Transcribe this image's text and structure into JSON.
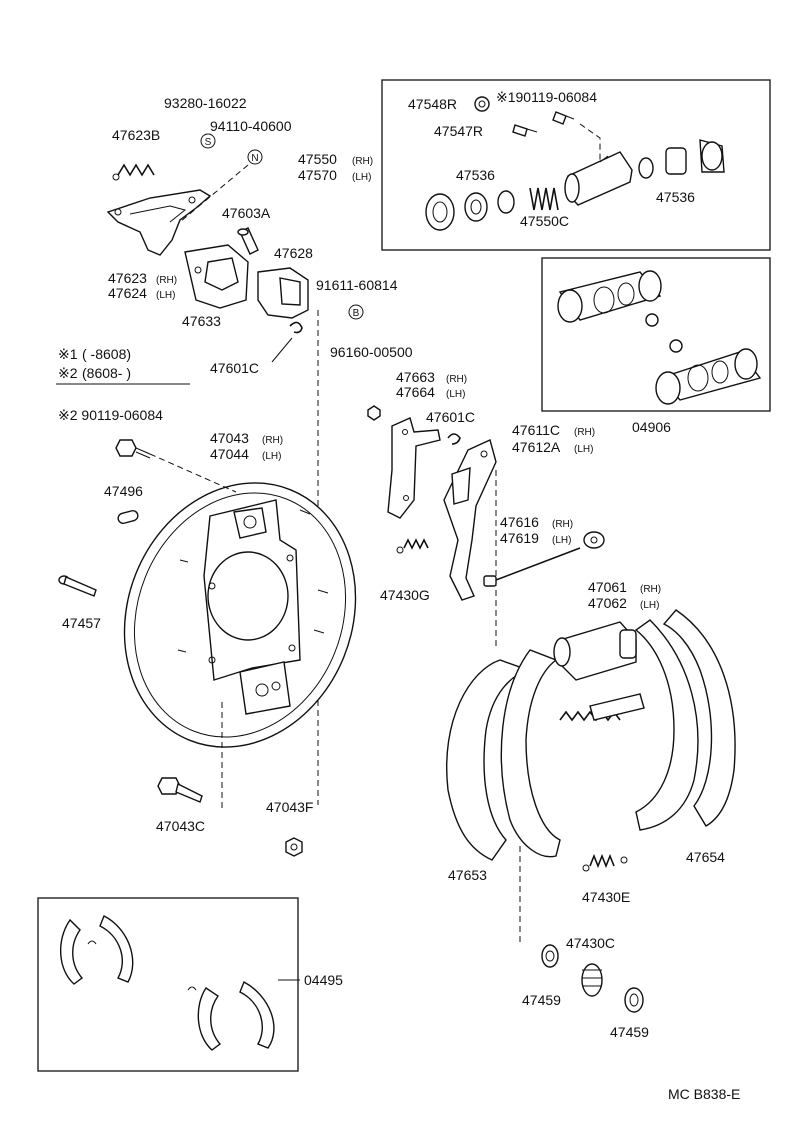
{
  "labels": {
    "p93280": "93280-16022",
    "p94110": "94110-40600",
    "s_mark": "S",
    "n_mark": "N",
    "b_mark": "B",
    "p47623B": "47623B",
    "p47603A": "47603A",
    "p47628": "47628",
    "p91611": "91611-60814",
    "p47623": "47623",
    "p47624": "47624",
    "p47633": "47633",
    "p47601C_a": "47601C",
    "p47548R": "47548R",
    "p190119": "※190119-06084",
    "p47547R": "47547R",
    "p47550": "47550",
    "p47570": "47570",
    "p47536_a": "47536",
    "p47536_b": "47536",
    "p47550C": "47550C",
    "note1_mark": "※1",
    "note1_text": "(      -8608)",
    "note2_mark": "※2",
    "note2_text": "(8608-      )",
    "p96160": "96160-00500",
    "p47663": "47663",
    "p47664": "47664",
    "p47601C_b": "47601C",
    "p47611C": "47611C",
    "p47612A": "47612A",
    "p04906": "04906",
    "p90119_2": "※2 90119-06084",
    "p47043": "47043",
    "p47044": "47044",
    "p47496": "47496",
    "p47457": "47457",
    "p47616": "47616",
    "p47619": "47619",
    "p47430G": "47430G",
    "p47061": "47061",
    "p47062": "47062",
    "p47043C": "47043C",
    "p47043F": "47043F",
    "p47653": "47653",
    "p47654": "47654",
    "p47430E": "47430E",
    "p47430C": "47430C",
    "p47459_a": "47459",
    "p47459_b": "47459",
    "p04495": "04495",
    "footer": "MC  B838-E"
  },
  "side": {
    "rh": "(RH)",
    "lh": "(LH)"
  }
}
